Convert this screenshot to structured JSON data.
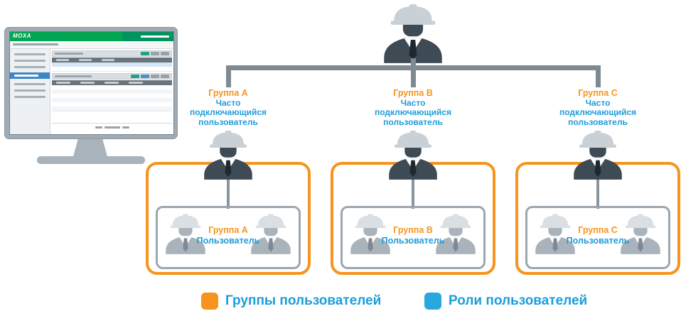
{
  "monitor": {
    "logo": "MOXA"
  },
  "admin": {
    "icon": "administrator-hardhat-person"
  },
  "groups": [
    {
      "name": "Группа A",
      "role": "Часто\nподключающийся\nпользователь",
      "member_group": "Группа A",
      "member_role": "Пользователь"
    },
    {
      "name": "Группа B",
      "role": "Часто\nподключающийся\nпользователь",
      "member_group": "Группа B",
      "member_role": "Пользователь"
    },
    {
      "name": "Группа C",
      "role": "Часто\nподключающийся\nпользователь",
      "member_group": "Группа C",
      "member_role": "Пользователь"
    }
  ],
  "legend": {
    "groups": {
      "label": "Группы пользователей",
      "color": "#F7941D"
    },
    "roles": {
      "label": "Роли пользователей",
      "color": "#29A8E0"
    }
  },
  "colors": {
    "orange_accent": "#F7941D",
    "blue_accent": "#29A8E0",
    "label_blue": "#1E9CD9",
    "connector_gray": "#7E8A92",
    "person_dark": "#3E4A54",
    "person_light": "#A9B3BC",
    "moxa_green": "#00A651",
    "monitor_gray": "#A0ABB3"
  }
}
